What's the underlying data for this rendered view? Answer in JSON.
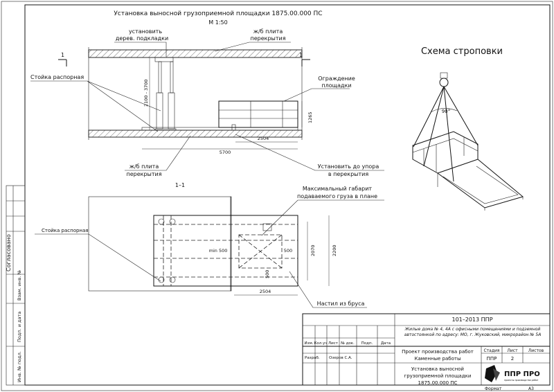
{
  "drawing": {
    "title": "Установка выносной грузоприемной площадки 1875.00.000 ПС",
    "scale": "М 1:50",
    "section_mark": "1",
    "section_title": "1–1",
    "rigging_title": "Схема строповки",
    "angle": "90°"
  },
  "callouts": {
    "pads_line1": "установить",
    "pads_line2": "дерев. подкладки",
    "slab_top_line1": "ж/б плита",
    "slab_top_line2": "перекрытия",
    "strut": "Стойка распорная",
    "fence_line1": "Ограждение",
    "fence_line2": "площадки",
    "slab_bottom_line1": "ж/б плита",
    "slab_bottom_line2": "перекрытия",
    "stop_line1": "Установить до упора",
    "stop_line2": "в перекрытия",
    "max_line1": "Максимальный габарит",
    "max_line2": "подаваемого груза в плане",
    "strut_plan": "Стойка распорная",
    "deck": "Настил из бруса"
  },
  "dimensions": {
    "strut_height": "2100 - 3700",
    "fence_height": "1265",
    "platform_length": "2504",
    "total_length": "5700",
    "min_offset": "min 500",
    "cargo_side": "500",
    "cargo_side2": "500",
    "plan_width_inner": "2070",
    "plan_width_outer": "2200",
    "plan_length": "2504"
  },
  "side_stamp": {
    "agreed": "Согласовано",
    "replaced_inv": "Взам. инв. №",
    "sign_date": "Подп. и дата",
    "inv_orig": "Инв. № подл."
  },
  "title_block": {
    "code": "101–2013 ППР",
    "object": "Жилые дома № 4, 4А с офисными помещениями и подземной автостоянкой по адресу: МО, г. Жуковский, микрорайон № 5А",
    "col_headers": [
      "Изм.",
      "Кол.уч",
      "Лист",
      "№ док.",
      "Подп.",
      "Дата"
    ],
    "developer_role": "Разраб.",
    "developer_name": "Озеров С.А.",
    "project_line1": "Проект производства работ",
    "project_line2": "Каменные работы",
    "stage_header": "Стадия",
    "sheet_header": "Лист",
    "sheets_header": "Листов",
    "stage_value": "ППР",
    "sheet_value": "2",
    "sheet_title_line1": "Установка выносной",
    "sheet_title_line2": "грузоприемной площадки",
    "sheet_title_line3": "1875.00.000 ПС",
    "logo_text": "ППР ПРО",
    "logo_subtext": "проекты производства работ"
  },
  "footer": {
    "format_label": "Формат",
    "format_value": "А3"
  }
}
